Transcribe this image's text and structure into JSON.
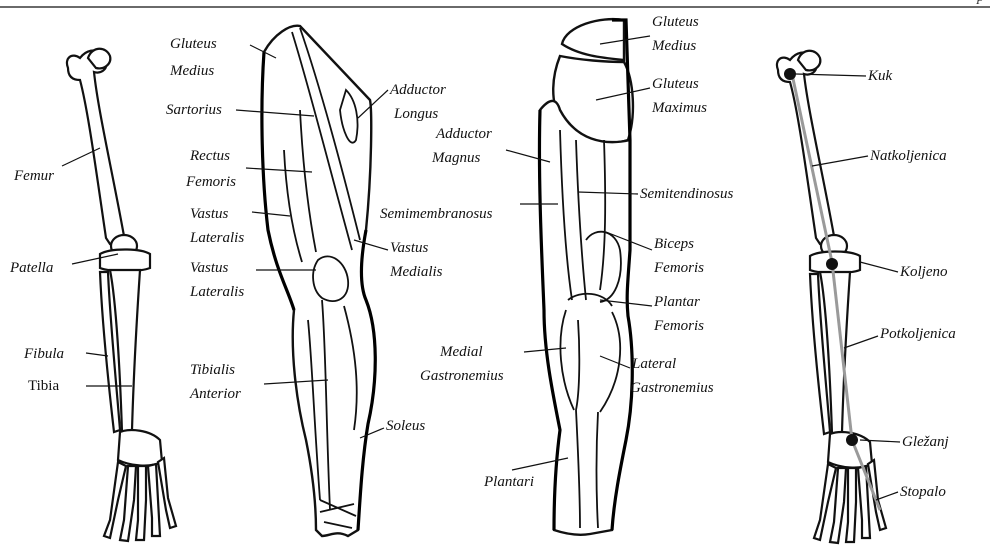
{
  "header": {
    "corner_text": "p"
  },
  "figures": [
    {
      "name": "skeleton-front",
      "labels": [
        "Femur",
        "Patella",
        "Fibula",
        "Tibia"
      ]
    },
    {
      "name": "muscles-front",
      "labels": [
        "Gluteus Medius",
        "Sartorius",
        "Rectus Femoris",
        "Vastus Lateralis",
        "Vastus Lateralis",
        "Adductor Longus",
        "Vastus Medialis",
        "Tibialis Anterior",
        "Soleus"
      ]
    },
    {
      "name": "muscles-back",
      "labels": [
        "Gluteus Medius",
        "Gluteus Maximus",
        "Adductor Magnus",
        "Semitendinosus",
        "Semimembranosus",
        "Biceps Femoris",
        "Plantar Femoris",
        "Medial Gastronemius",
        "Lateral Gastronemius",
        "Plantari"
      ]
    },
    {
      "name": "skeleton-model",
      "labels": [
        "Kuk",
        "Natkoljenica",
        "Koljeno",
        "Potkoljenica",
        "Gležanj",
        "Stopalo"
      ]
    }
  ],
  "labels": {
    "femur": "Femur",
    "patella": "Patella",
    "fibula": "Fibula",
    "tibia": "Tibia",
    "gluteus_medius_front_1": "Gluteus",
    "gluteus_medius_front_2": "Medius",
    "sartorius": "Sartorius",
    "rectus_femoris_1": "Rectus",
    "rectus_femoris_2": "Femoris",
    "vastus_lateralis_a_1": "Vastus",
    "vastus_lateralis_a_2": "Lateralis",
    "vastus_lateralis_b_1": "Vastus",
    "vastus_lateralis_b_2": "Lateralis",
    "adductor_longus_1": "Adductor",
    "adductor_longus_2": "Longus",
    "vastus_medialis_1": "Vastus",
    "vastus_medialis_2": "Medialis",
    "tibialis_anterior_1": "Tibialis",
    "tibialis_anterior_2": "Anterior",
    "soleus": "Soleus",
    "gluteus_medius_back_1": "Gluteus",
    "gluteus_medius_back_2": "Medius",
    "gluteus_maximus_1": "Gluteus",
    "gluteus_maximus_2": "Maximus",
    "adductor_magnus_1": "Adductor",
    "adductor_magnus_2": "Magnus",
    "semitendinosus": "Semitendinosus",
    "semimembranosus": "Semimembranosus",
    "biceps_femoris_1": "Biceps",
    "biceps_femoris_2": "Femoris",
    "plantar_femoris_1": "Plantar",
    "plantar_femoris_2": "Femoris",
    "medial_gastronemius_1": "Medial",
    "medial_gastronemius_2": "Gastronemius",
    "lateral_gastronemius_1": "Lateral",
    "lateral_gastronemius_2": "Gastronemius",
    "plantari": "Plantari",
    "kuk": "Kuk",
    "natkoljenica": "Natkoljenica",
    "koljeno": "Koljeno",
    "potkoljenica": "Potkoljenica",
    "glezanj": "Gležanj",
    "stopalo": "Stopalo"
  }
}
